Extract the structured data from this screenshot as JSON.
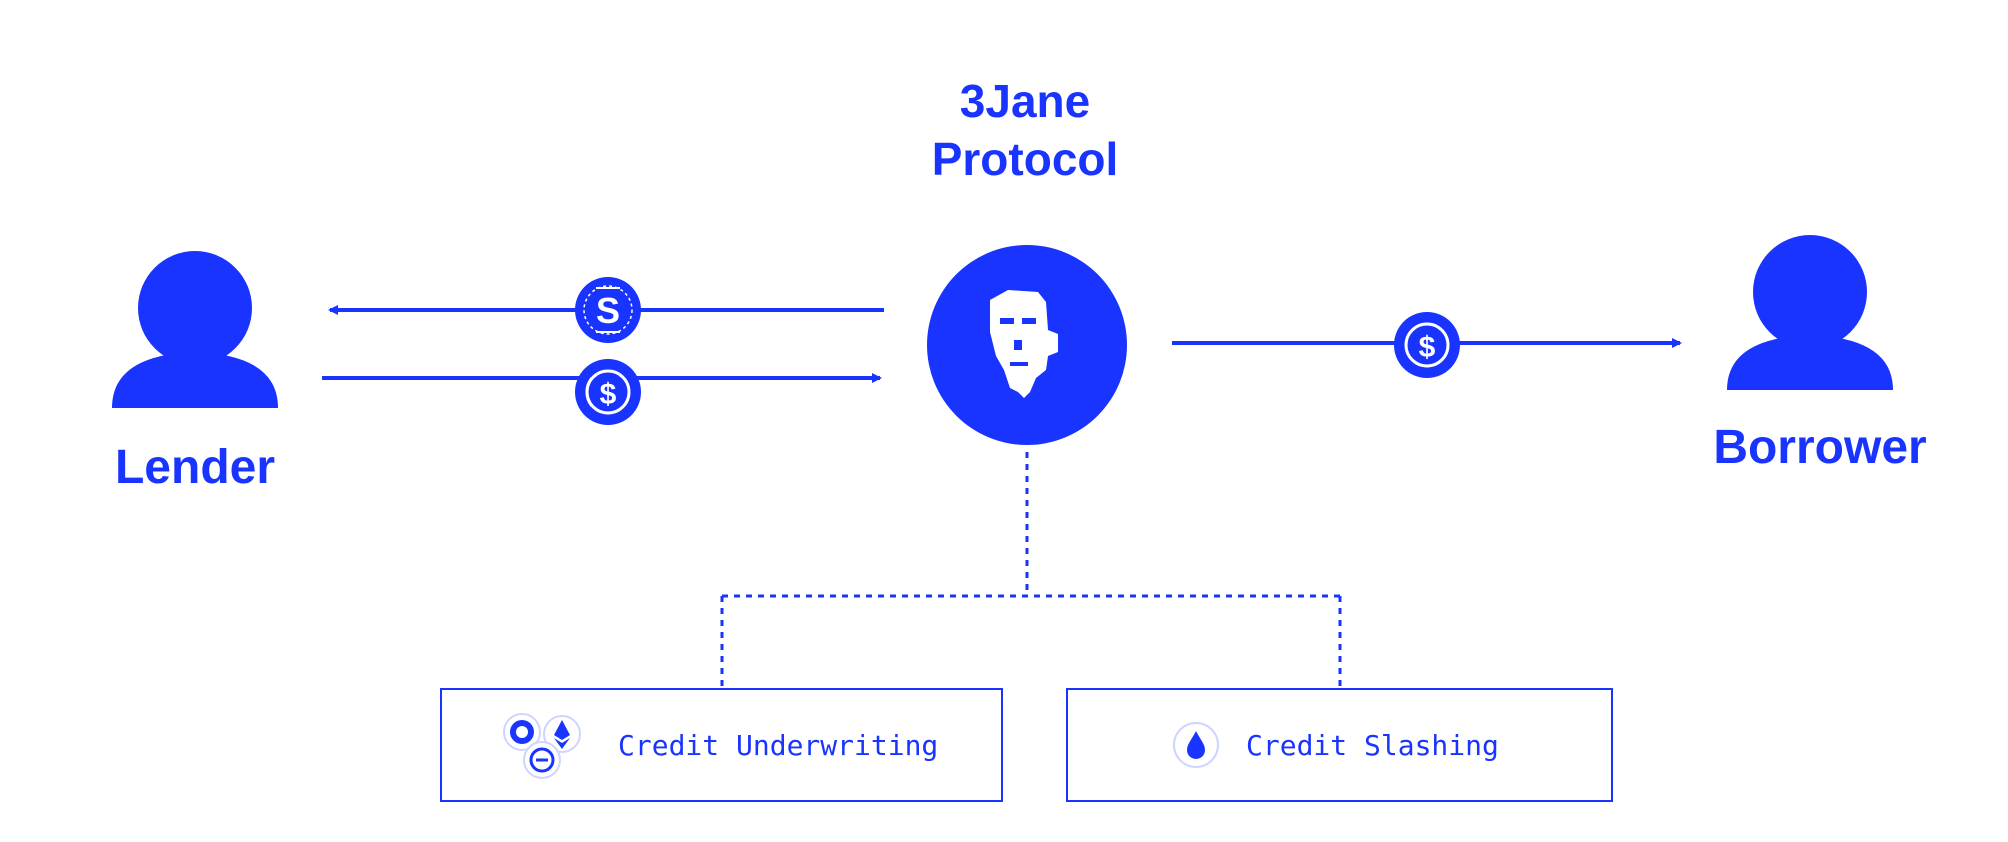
{
  "colors": {
    "accent": "#1a34ff",
    "background": "#ffffff"
  },
  "nodes": {
    "lender": {
      "label": "Lender",
      "icon": "person-icon"
    },
    "protocol": {
      "title_line1": "3Jane",
      "title_line2": "Protocol",
      "icon": "face-logo-icon"
    },
    "borrower": {
      "label": "Borrower",
      "icon": "person-icon"
    }
  },
  "flows": [
    {
      "from": "protocol",
      "to": "lender",
      "token_icon": "s-token-icon"
    },
    {
      "from": "lender",
      "to": "protocol",
      "token_icon": "usdc-coin-icon"
    },
    {
      "from": "protocol",
      "to": "borrower",
      "token_icon": "usdc-coin-icon"
    }
  ],
  "modules": {
    "underwriting": {
      "label": "Credit Underwriting",
      "icon": "crypto-assets-icon"
    },
    "slashing": {
      "label": "Credit Slashing",
      "icon": "drop-icon"
    }
  }
}
